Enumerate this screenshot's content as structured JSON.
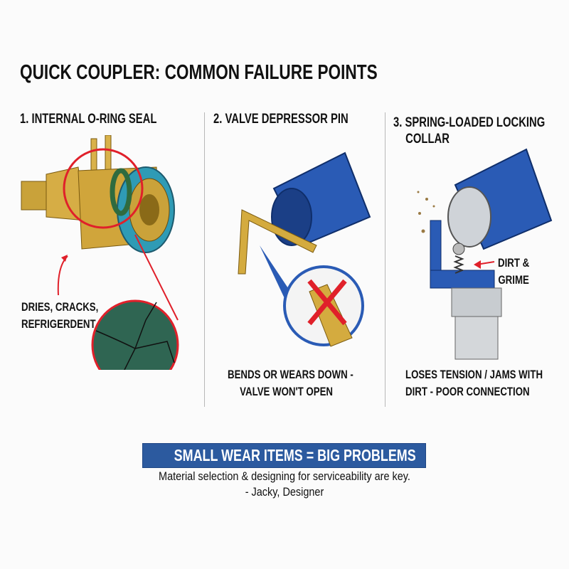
{
  "title": "QUICK COUPLER: COMMON FAILURE POINTS",
  "panels": [
    {
      "heading": "1. INTERNAL O-RING SEAL",
      "callout": [
        "DRIES, CRACKS,",
        "REFRIGERDENT"
      ]
    },
    {
      "heading": "2. VALVE DEPRESSOR PIN",
      "caption": [
        "BENDS OR WEARS DOWN -",
        "VALVE WON'T OPEN"
      ]
    },
    {
      "heading": [
        "3. SPRING-LOADED LOCKING",
        "COLLAR"
      ],
      "callout": [
        "DIRT &",
        "GRIME"
      ],
      "caption": [
        "LOSES TENSION / JAMS WITH",
        "DIRT - POOR CONNECTION"
      ]
    }
  ],
  "banner": "SMALL WEAR ITEMS = BIG PROBLEMS",
  "quote": "Material selection & designing for serviceability are key.",
  "attribution": "- Jacky, Designer",
  "colors": {
    "brass": "#c9a23a",
    "blue": "#2a5bb5",
    "teal": "#2f9bb5",
    "red": "#e0202a",
    "banner": "#2c5a9f"
  }
}
